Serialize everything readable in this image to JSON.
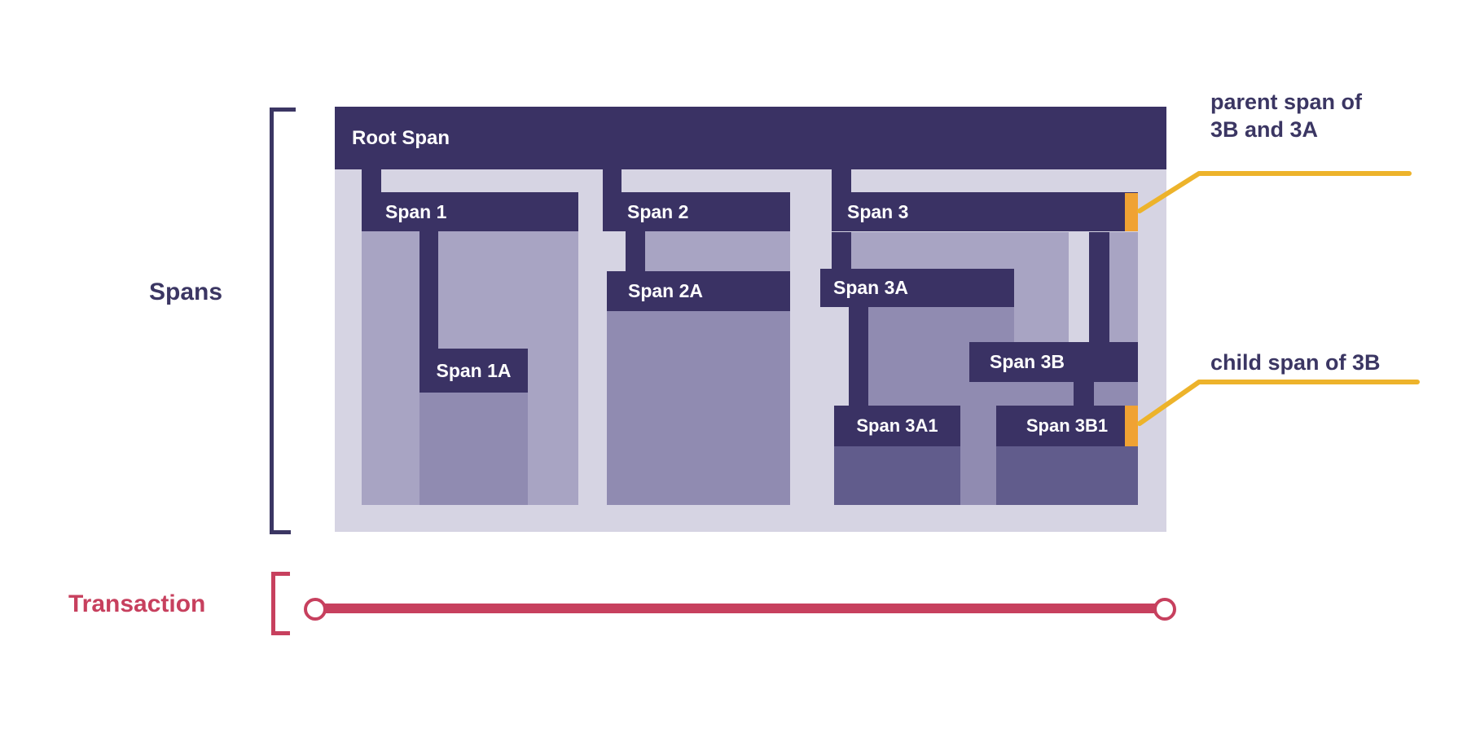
{
  "diagram": {
    "side_labels": {
      "spans": "Spans",
      "transaction": "Transaction"
    },
    "bars": {
      "root": "Root Span",
      "span1": "Span 1",
      "span1a": "Span 1A",
      "span2": "Span 2",
      "span2a": "Span 2A",
      "span3": "Span 3",
      "span3a": "Span 3A",
      "span3a1": "Span 3A1",
      "span3b": "Span 3B",
      "span3b1": "Span 3B1"
    },
    "annotations": {
      "parent_line1": "parent span of",
      "parent_line2": "3B and 3A",
      "child": "child span of 3B"
    },
    "colors": {
      "span_bar_navy": "#3a3264",
      "trace_container_bg": "#d6d4e3",
      "child_region_level1": "#a8a4c3",
      "child_region_level2": "#908bb1",
      "child_region_level3": "#615c8c",
      "marker_orange": "#f0a233",
      "annotation_line_yellow": "#edb32b",
      "transaction_red": "#c7405e",
      "label_navy": "#3b3663"
    }
  }
}
